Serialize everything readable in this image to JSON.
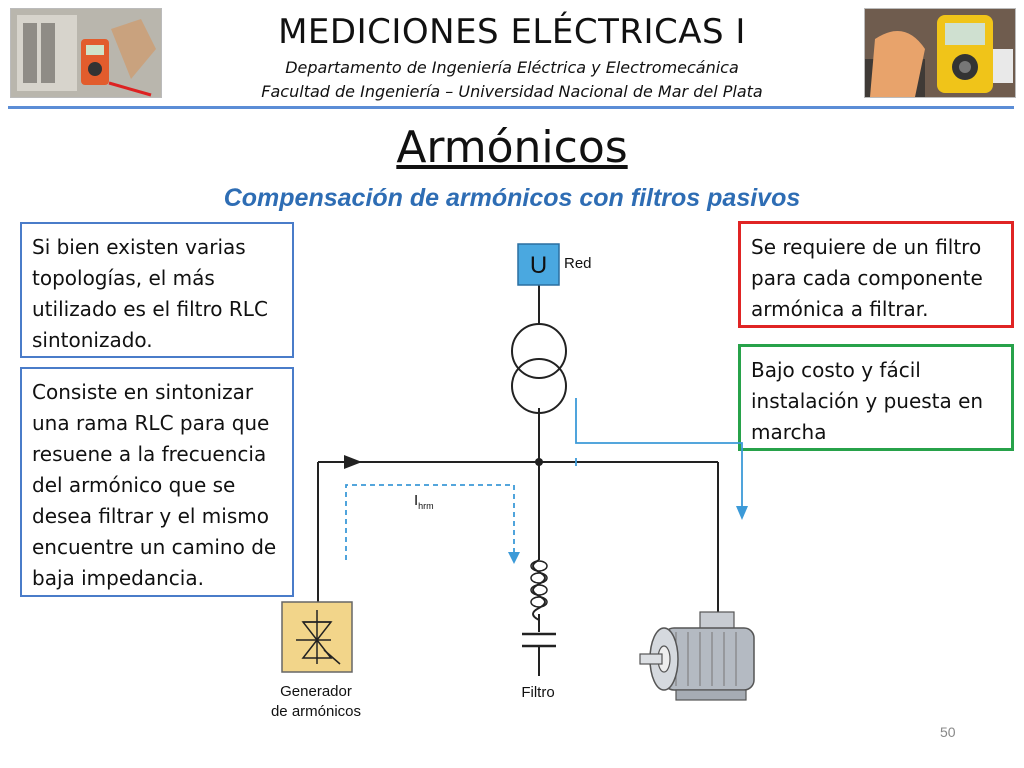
{
  "header": {
    "title": "MEDICIONES ELÉCTRICAS I",
    "department": "Departamento de Ingeniería Eléctrica y Electromecánica",
    "faculty": "Facultad de Ingeniería – Universidad Nacional de Mar del Plata"
  },
  "slide": {
    "title": "Armónicos",
    "subtitle": "Compensación de armónicos con filtros pasivos"
  },
  "boxes": {
    "topologies": "Si bien existen varias topologías, el más utilizado es el filtro RLC sintonizado.",
    "consists": "Consiste en sintonizar una rama RLC para que resuene a la frecuencia del armónico que se desea filtrar y el mismo encuentre un camino de baja impedancia.",
    "requires": "Se requiere de un filtro para cada componente armónica a filtrar.",
    "low_cost": "Bajo costo y fácil instalación y puesta en marcha"
  },
  "diagram": {
    "source_symbol": "U",
    "source_label": "Red",
    "current_label_main": "I",
    "current_label_sub": "hrm",
    "filter_label": "Filtro",
    "generator_label_line1": "Generador",
    "generator_label_line2": "de  armónicos"
  },
  "footer": {
    "page_number": "50"
  },
  "colors": {
    "accent_blue": "#2e6db4",
    "box_blue": "#4a7cc9",
    "box_red": "#e02424",
    "box_green": "#27a24a",
    "source_fill": "#4aa8e0",
    "generator_fill": "#f2d58a",
    "flow_line": "#3c9ad8"
  }
}
